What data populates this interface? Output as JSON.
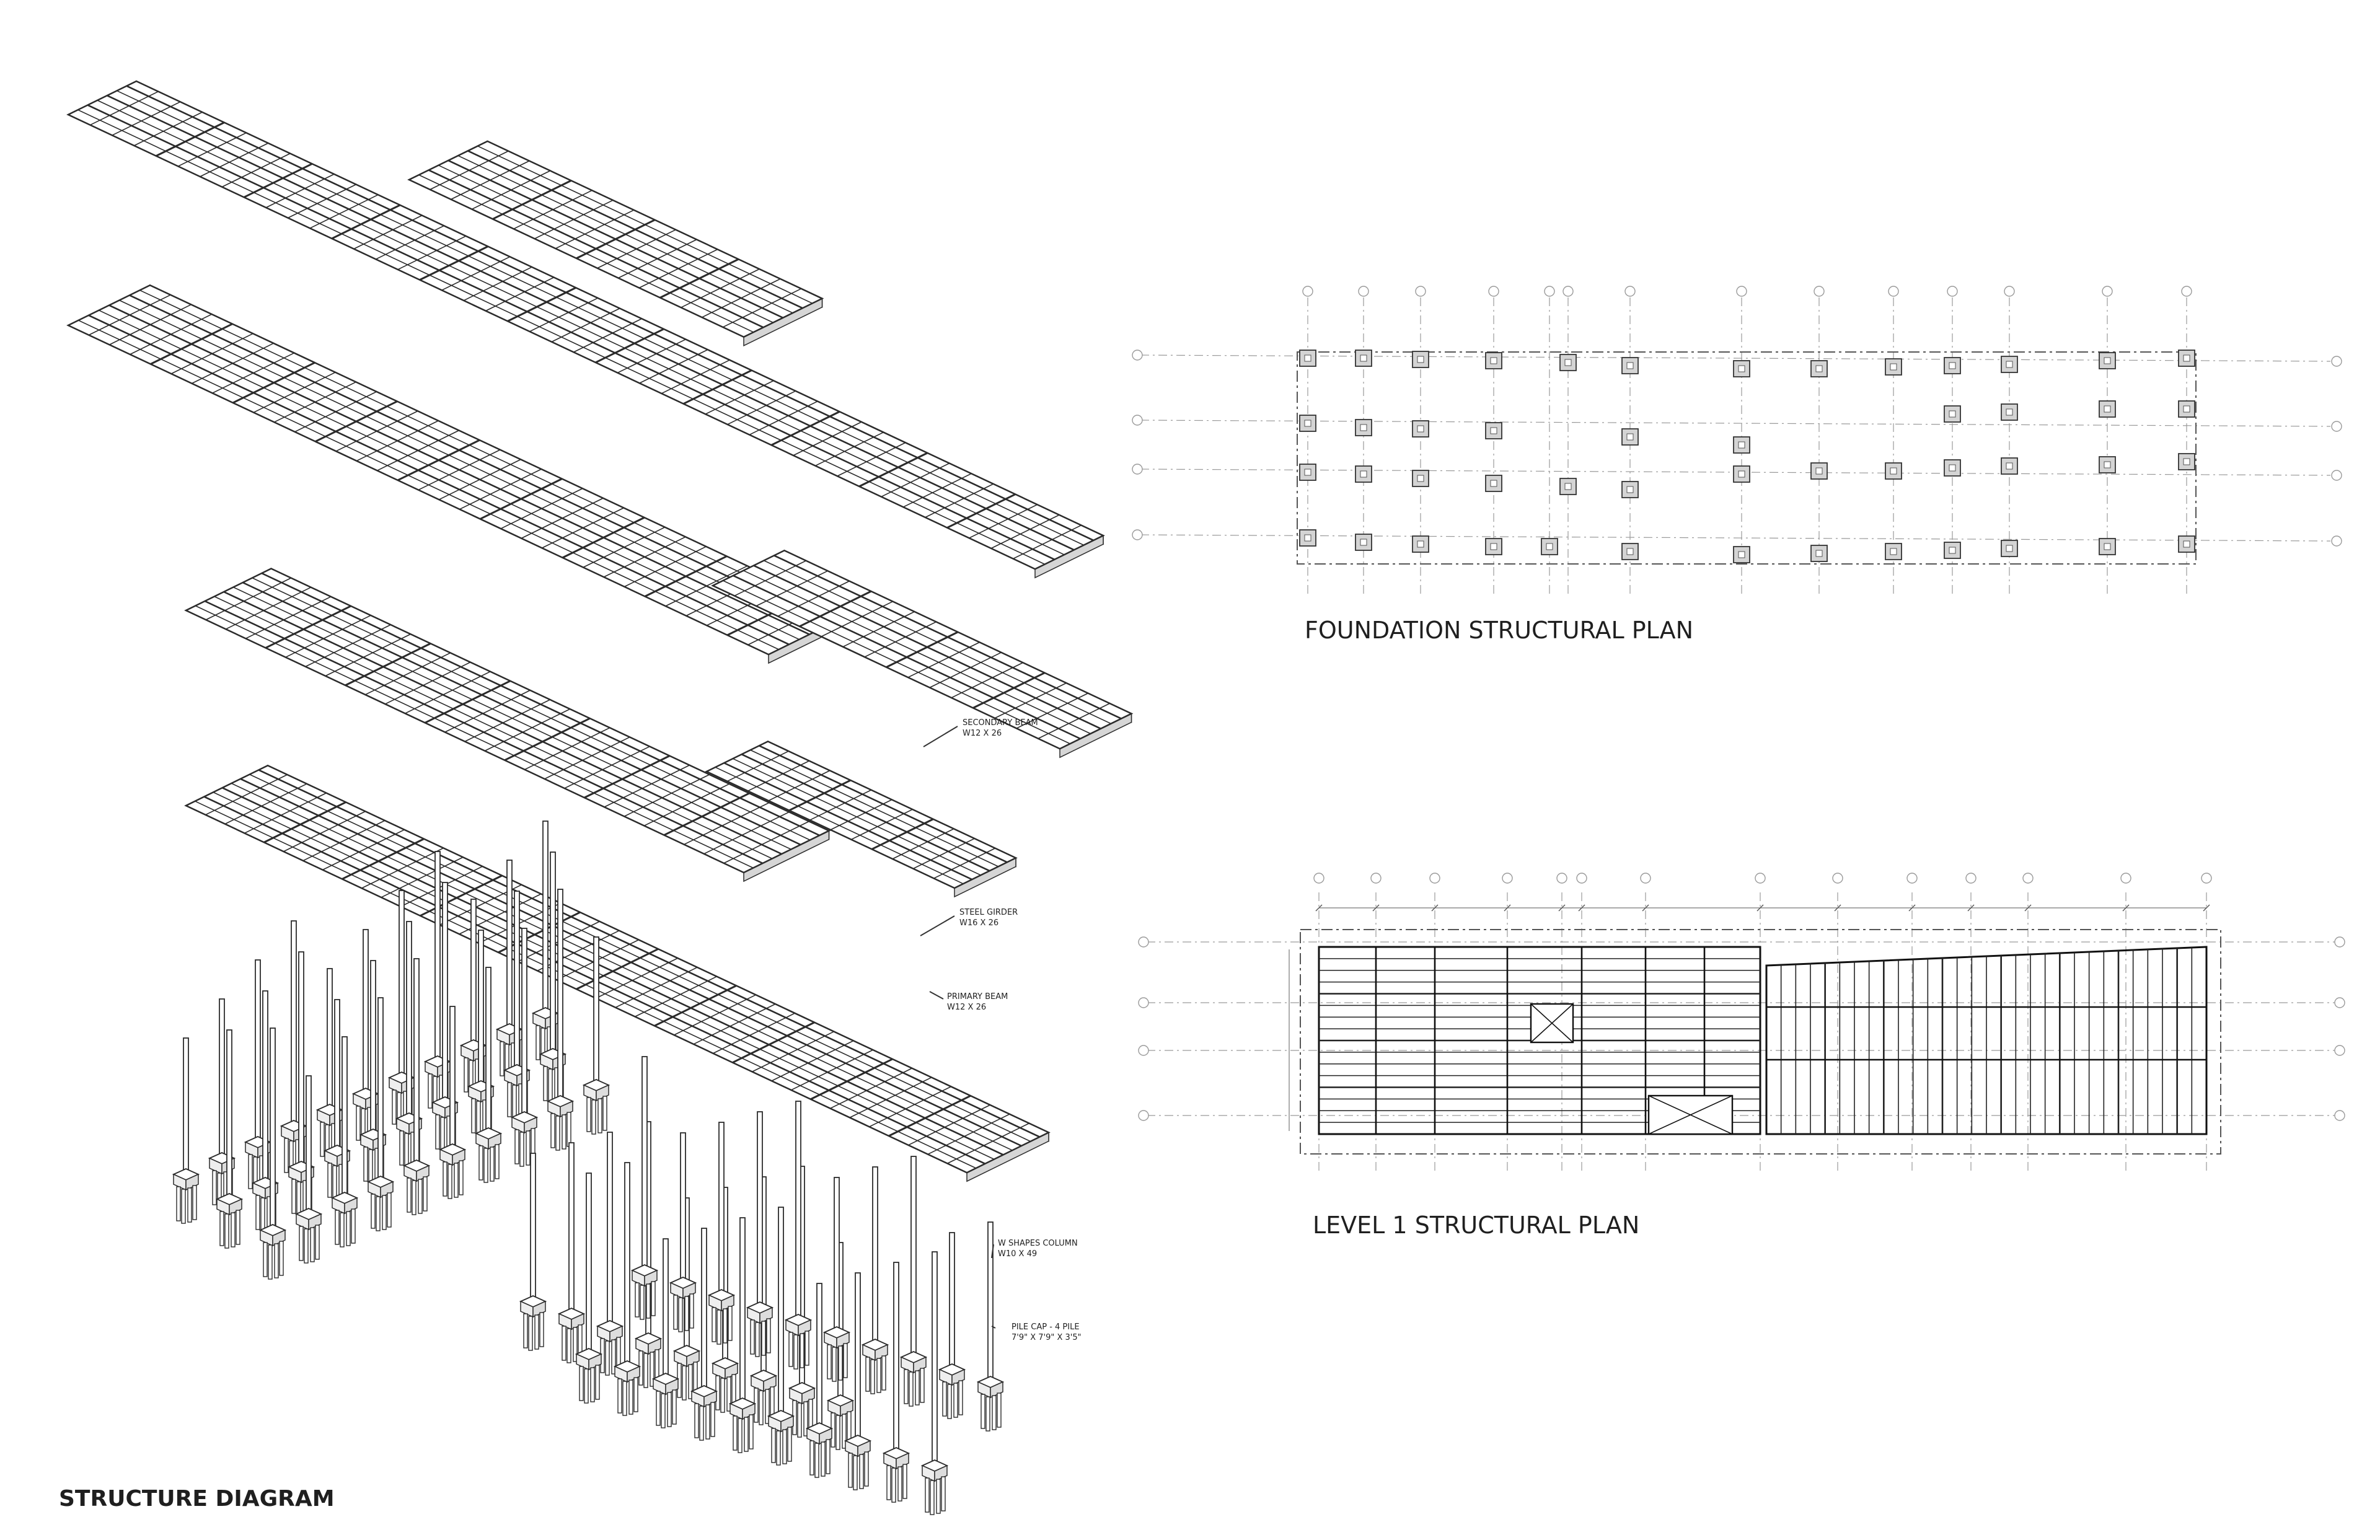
{
  "sheet": {
    "diagram_title": "STRUCTURE DIAGRAM",
    "foundation_plan_title": "FOUNDATION STRUCTURAL PLAN",
    "level1_plan_title": "LEVEL 1 STRUCTURAL PLAN"
  },
  "callouts": {
    "secondary_beam": {
      "name": "SECONDARY BEAM",
      "size": "W12 X 26"
    },
    "steel_girder": {
      "name": "STEEL GIRDER",
      "size": "W16 X 26"
    },
    "primary_beam": {
      "name": "PRIMARY BEAM",
      "size": "W12 X 26"
    },
    "column": {
      "name": "W SHAPES COLUMN",
      "size": "W10 X 49"
    },
    "pile_cap": {
      "name": "PILE CAP - 4 PILE",
      "size": "7'9\" X 7'9\" X 3'5\""
    }
  },
  "colors": {
    "line": "#2b2b2b",
    "grid": "#9a9a9a",
    "label": "#1f1f1f"
  }
}
